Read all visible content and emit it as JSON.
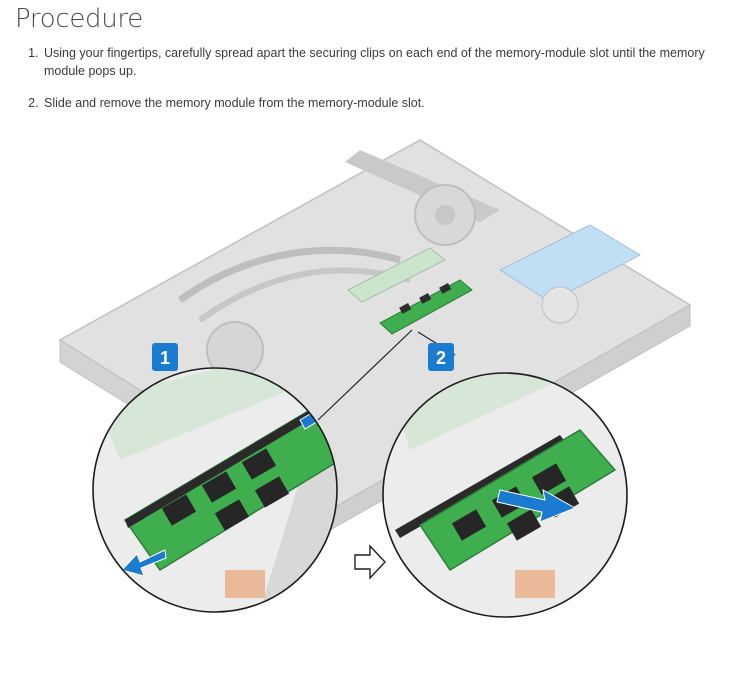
{
  "heading": "Procedure",
  "steps": [
    "Using your fingertips, carefully spread apart the securing clips on each end of the memory-module slot until the memory module pops up.",
    "Slide and remove the memory module from the memory-module slot."
  ],
  "figure": {
    "callouts": [
      "1",
      "2"
    ],
    "accent_color": "#1a7bd0",
    "module_color": "#3fae4f",
    "chassis_color": "#bfbfbf"
  }
}
